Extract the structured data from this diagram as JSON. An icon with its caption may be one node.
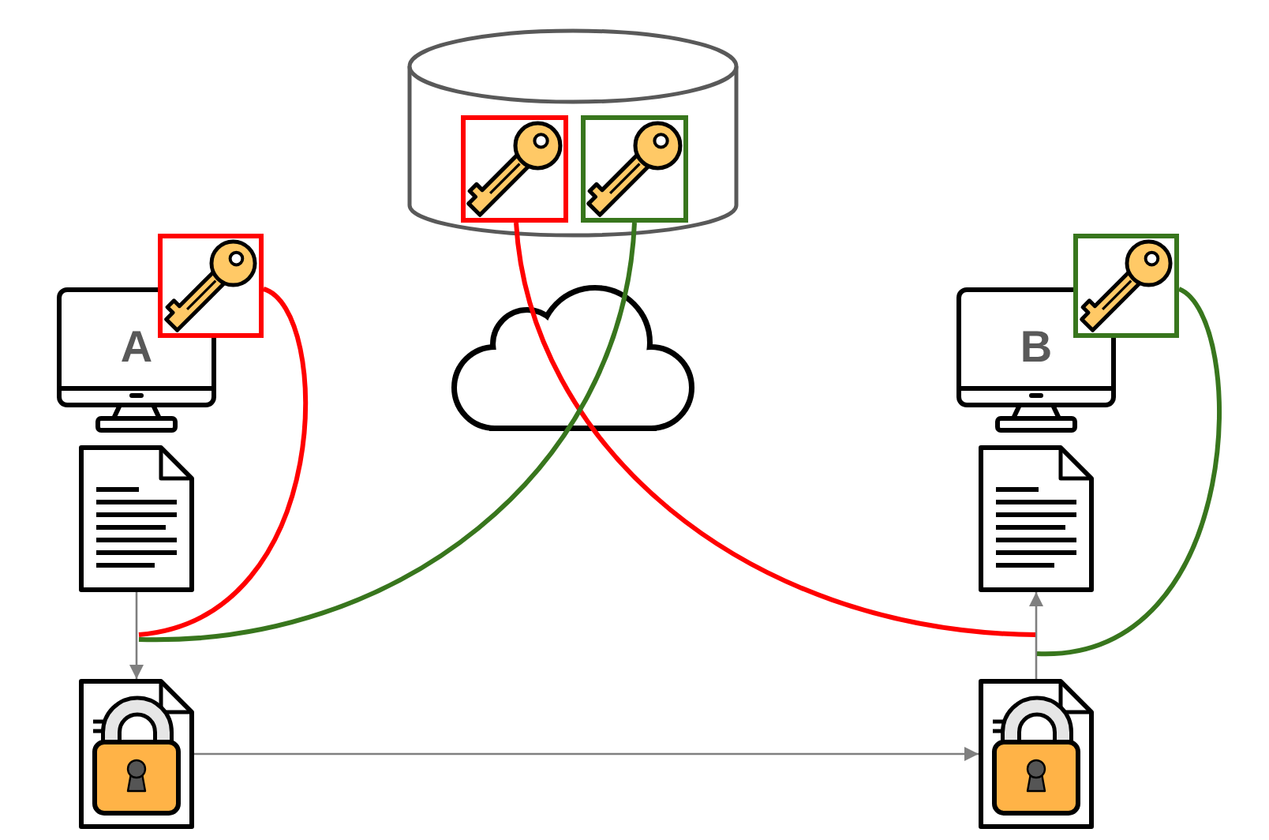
{
  "diagram": {
    "nodes": [
      {
        "text": [],
        "shape": "cylinder"
      },
      {
        "text": [],
        "shape": "box",
        "in": 0
      },
      {
        "text": [],
        "shape": "box",
        "in": 0
      },
      {
        "text": [
          "A"
        ]
      },
      {
        "text": [],
        "shape": "box"
      },
      {
        "text": [],
        "shape": "document"
      },
      {
        "text": [],
        "shape": "padlock"
      },
      {
        "text": [],
        "shape": "cloud"
      },
      {
        "text": [
          "B"
        ]
      },
      {
        "text": [],
        "shape": "box"
      },
      {
        "text": [],
        "shape": "document"
      },
      {
        "text": [],
        "shape": "padlock"
      }
    ],
    "edges": [
      {
        "from": 5,
        "to": 6,
        "arrow": "to",
        "color": "#7f7f7f"
      },
      {
        "from": 6,
        "to": 11,
        "arrow": "to",
        "color": "#7f7f7f"
      },
      {
        "from": 11,
        "to": 10,
        "arrow": "to",
        "color": "#7f7f7f"
      },
      {
        "from": 4,
        "to": null,
        "arrow": "none",
        "color": "#ff0000"
      },
      {
        "from": 1,
        "to": null,
        "arrow": "none",
        "color": "#ff0000"
      },
      {
        "from": 2,
        "to": null,
        "arrow": "none",
        "color": "#38761d"
      },
      {
        "from": 9,
        "to": null,
        "arrow": "none",
        "color": "#38761d"
      }
    ]
  }
}
